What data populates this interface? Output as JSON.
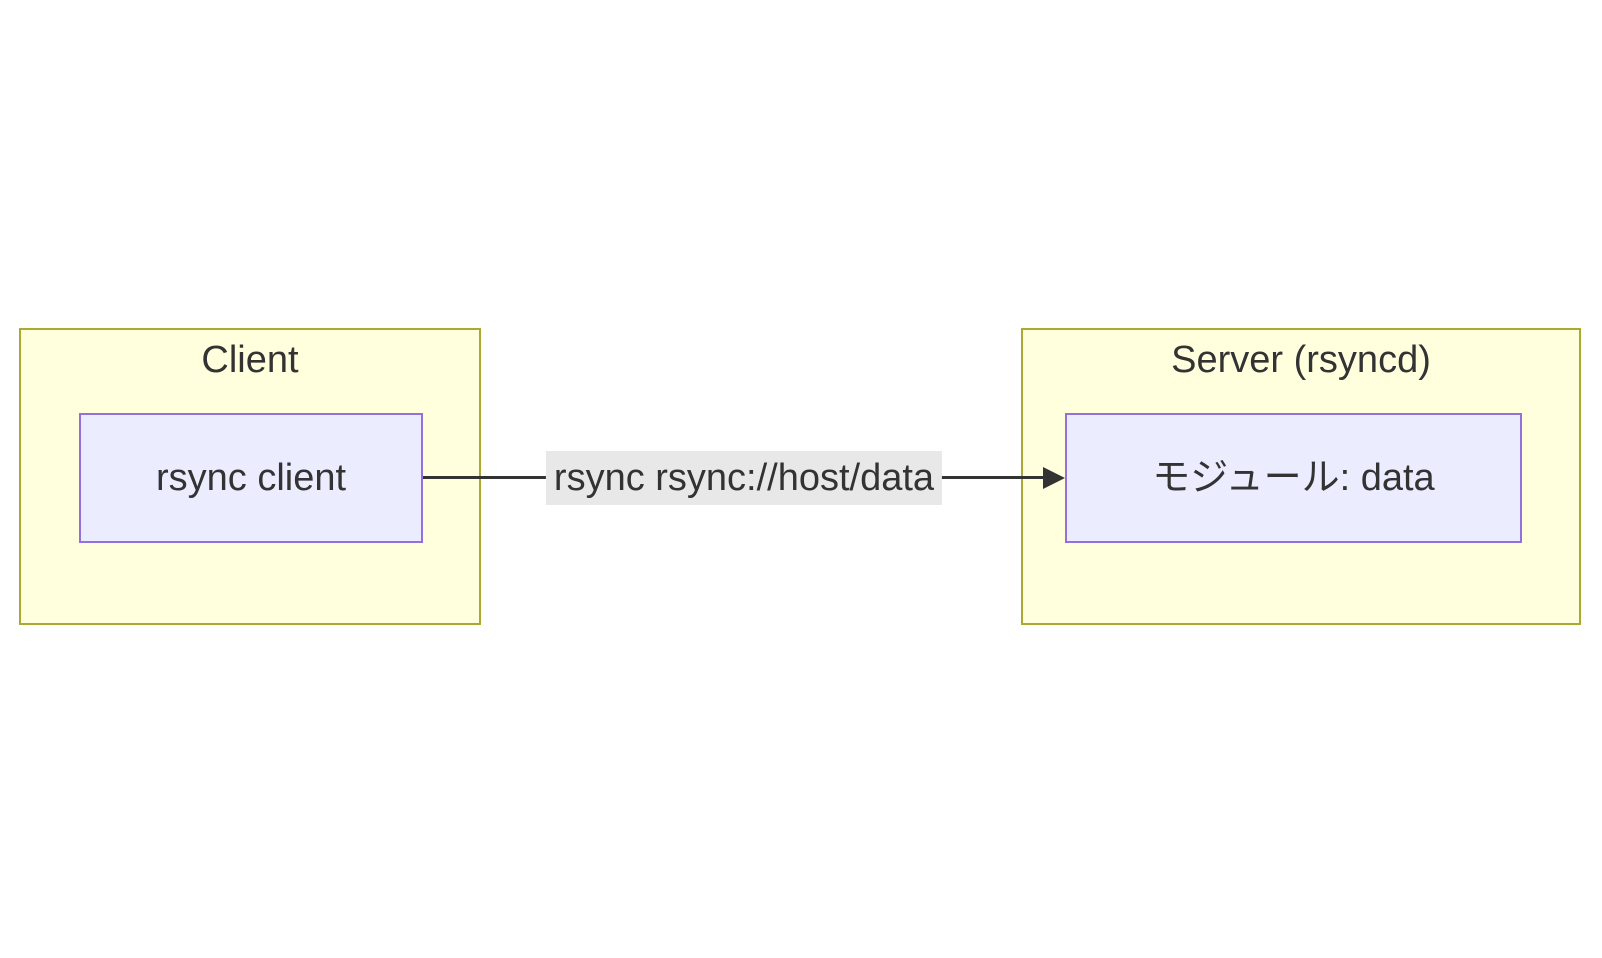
{
  "diagram": {
    "type": "flowchart-lr",
    "subgraphs": [
      {
        "id": "client",
        "title": "Client",
        "nodes": [
          {
            "id": "rsync-client",
            "label": "rsync client"
          }
        ]
      },
      {
        "id": "server",
        "title": "Server (rsyncd)",
        "nodes": [
          {
            "id": "module-data",
            "label": "モジュール: data"
          }
        ]
      }
    ],
    "edges": [
      {
        "from": "rsync-client",
        "to": "module-data",
        "label": "rsync rsync://host/data",
        "arrow": "filled-right-arrowhead"
      }
    ],
    "colors": {
      "background": "#ffffff",
      "subgraph_fill": "#ffffde",
      "subgraph_border": "#aaaa33",
      "node_fill": "#ececff",
      "node_border": "#9370db",
      "edge_stroke": "#333333",
      "edge_label_bg": "#e8e8e8",
      "text": "#333333"
    }
  }
}
